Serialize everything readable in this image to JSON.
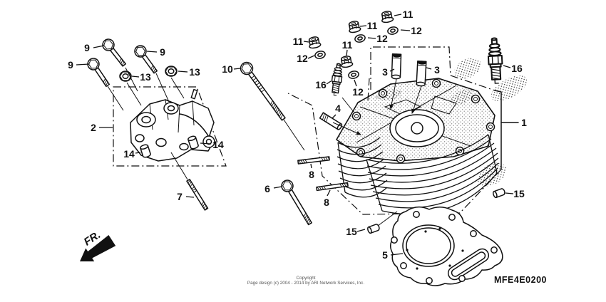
{
  "diagram": {
    "part_code": "MFE4E0200",
    "orientation_label": "FR.",
    "copyright": {
      "line1": "Copyright",
      "line2": "Page design (c) 2004 - 2014 by ARI Network Services, Inc."
    },
    "callouts": [
      {
        "ref": "9"
      },
      {
        "ref": "9"
      },
      {
        "ref": "9"
      },
      {
        "ref": "13"
      },
      {
        "ref": "13"
      },
      {
        "ref": "2"
      },
      {
        "ref": "14"
      },
      {
        "ref": "14"
      },
      {
        "ref": "10"
      },
      {
        "ref": "7"
      },
      {
        "ref": "6"
      },
      {
        "ref": "8"
      },
      {
        "ref": "8"
      },
      {
        "ref": "4"
      },
      {
        "ref": "3"
      },
      {
        "ref": "3"
      },
      {
        "ref": "11"
      },
      {
        "ref": "11"
      },
      {
        "ref": "11"
      },
      {
        "ref": "11"
      },
      {
        "ref": "12"
      },
      {
        "ref": "12"
      },
      {
        "ref": "12"
      },
      {
        "ref": "12"
      },
      {
        "ref": "16"
      },
      {
        "ref": "16"
      },
      {
        "ref": "1"
      },
      {
        "ref": "15"
      },
      {
        "ref": "15"
      },
      {
        "ref": "5"
      }
    ]
  }
}
